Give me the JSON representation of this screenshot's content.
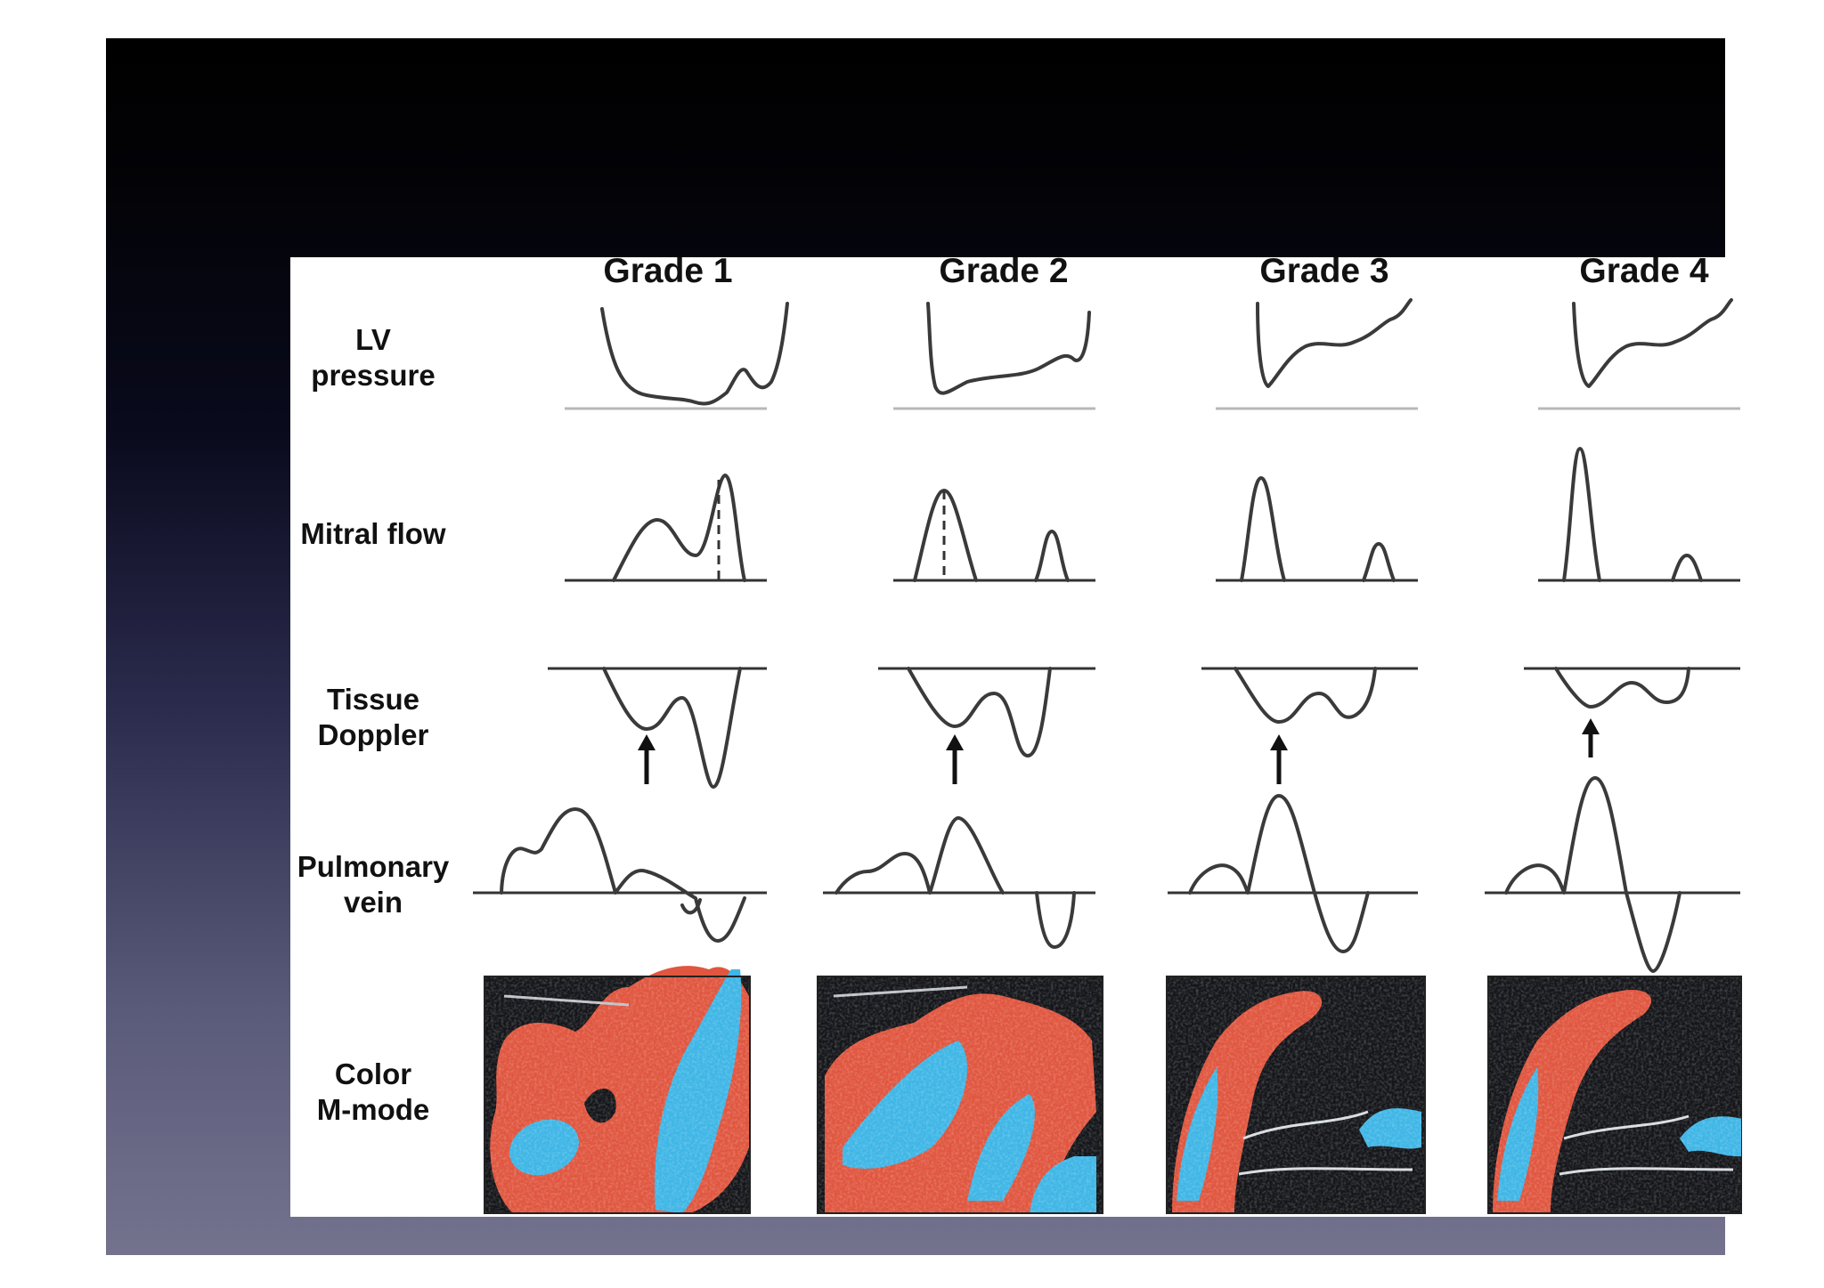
{
  "figure": {
    "grades": [
      "Grade 1",
      "Grade 2",
      "Grade 3",
      "Grade 4"
    ],
    "rows": [
      {
        "lines": [
          "LV",
          "pressure"
        ]
      },
      {
        "lines": [
          "Mitral flow"
        ]
      },
      {
        "lines": [
          "Tissue",
          "Doppler"
        ]
      },
      {
        "lines": [
          "Pulmonary",
          "vein"
        ]
      },
      {
        "lines": [
          "Color",
          "M-mode"
        ]
      }
    ],
    "colors": {
      "background_top": "#000000",
      "background_bottom": "#74738e",
      "panel": "#ffffff",
      "trace": "#3a3a3a",
      "mmode_red": "#e0563f",
      "mmode_blue": "#3fb6e6",
      "mmode_dark": "#15161a"
    },
    "icons": [
      "up-arrow-icon"
    ]
  }
}
